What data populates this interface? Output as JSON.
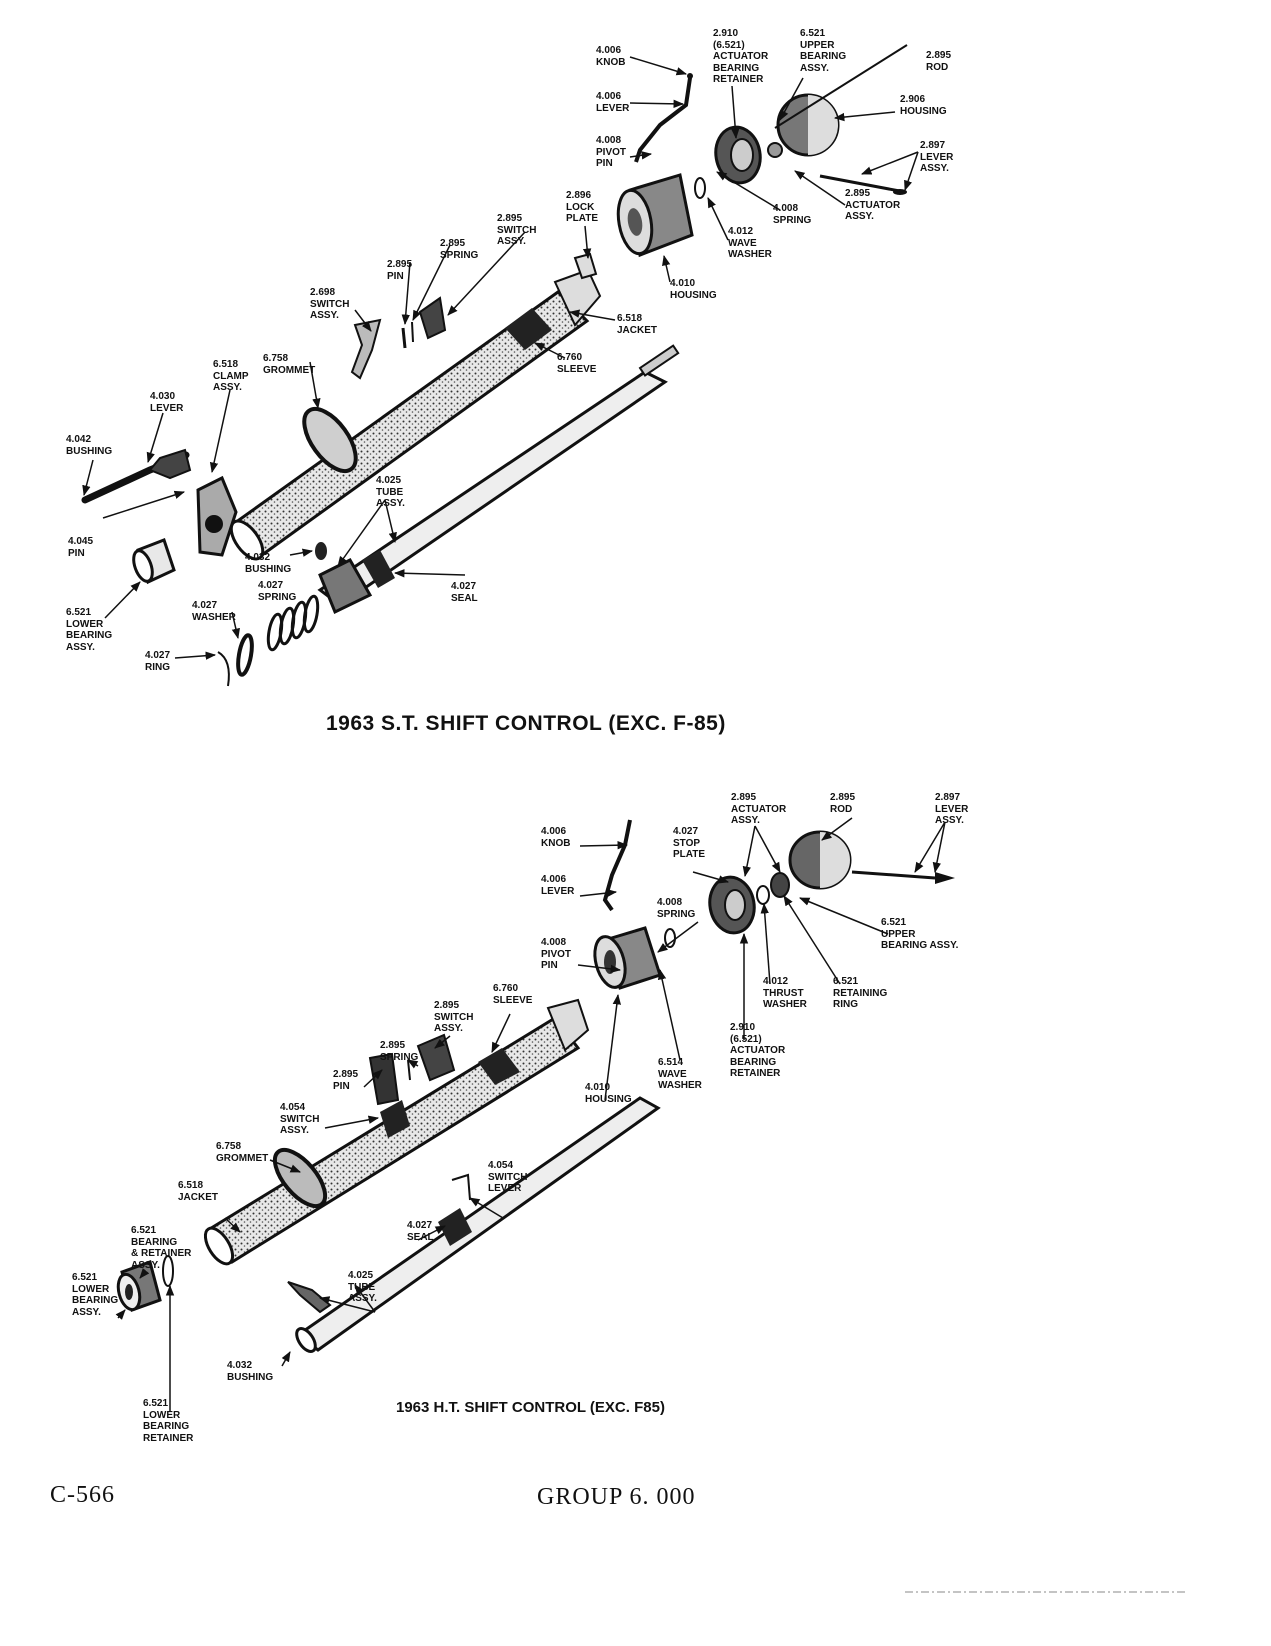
{
  "diagrams": [
    {
      "title": "1963 S.T. SHIFT CONTROL (EXC. F-85)",
      "labels": [
        {
          "id": "st-knob",
          "text": "4.006\nKNOB"
        },
        {
          "id": "st-lever-4006",
          "text": "4.006\nLEVER"
        },
        {
          "id": "st-pivot-pin",
          "text": "4.008\nPIVOT\nPIN"
        },
        {
          "id": "st-actuator-retainer",
          "text": "2.910\n(6.521)\nACTUATOR\nBEARING\nRETAINER"
        },
        {
          "id": "st-upper-bearing",
          "text": "6.521\nUPPER\nBEARING\nASSY."
        },
        {
          "id": "st-rod",
          "text": "2.895\nROD"
        },
        {
          "id": "st-housing-2906",
          "text": "2.906\nHOUSING"
        },
        {
          "id": "st-lever-assy",
          "text": "2.897\nLEVER\nASSY."
        },
        {
          "id": "st-actuator-assy",
          "text": "2.895\nACTUATOR\nASSY."
        },
        {
          "id": "st-spring-4008",
          "text": "4.008\nSPRING"
        },
        {
          "id": "st-wave-washer",
          "text": "4.012\nWAVE\nWASHER"
        },
        {
          "id": "st-housing-4010",
          "text": "4.010\nHOUSING"
        },
        {
          "id": "st-lock-plate",
          "text": "2.896\nLOCK\nPLATE"
        },
        {
          "id": "st-switch-2895",
          "text": "2.895\nSWITCH\nASSY."
        },
        {
          "id": "st-spring-2895",
          "text": "2.895\nSPRING"
        },
        {
          "id": "st-pin-2895",
          "text": "2.895\nPIN"
        },
        {
          "id": "st-switch-2698",
          "text": "2.698\nSWITCH\nASSY."
        },
        {
          "id": "st-jacket",
          "text": "6.518\nJACKET"
        },
        {
          "id": "st-sleeve",
          "text": "6.760\nSLEEVE"
        },
        {
          "id": "st-grommet",
          "text": "6.758\nGROMMET"
        },
        {
          "id": "st-clamp",
          "text": "6.518\nCLAMP\nASSY."
        },
        {
          "id": "st-lever-4030",
          "text": "4.030\nLEVER"
        },
        {
          "id": "st-bushing-4042",
          "text": "4.042\nBUSHING"
        },
        {
          "id": "st-pin-4045",
          "text": "4.045\nPIN"
        },
        {
          "id": "st-tube",
          "text": "4.025\nTUBE\nASSY."
        },
        {
          "id": "st-bushing-4032",
          "text": "4.032\nBUSHING"
        },
        {
          "id": "st-seal",
          "text": "4.027\nSEAL"
        },
        {
          "id": "st-spring-4027",
          "text": "4.027\nSPRING"
        },
        {
          "id": "st-washer",
          "text": "4.027\nWASHER"
        },
        {
          "id": "st-lower-bearing",
          "text": "6.521\nLOWER\nBEARING\nASSY."
        },
        {
          "id": "st-ring",
          "text": "4.027\nRING"
        }
      ]
    },
    {
      "title": "1963 H.T. SHIFT CONTROL (EXC. F85)",
      "labels": [
        {
          "id": "ht-actuator-assy",
          "text": "2.895\nACTUATOR\nASSY."
        },
        {
          "id": "ht-rod",
          "text": "2.895\nROD"
        },
        {
          "id": "ht-lever-assy",
          "text": "2.897\nLEVER\nASSY."
        },
        {
          "id": "ht-knob",
          "text": "4.006\nKNOB"
        },
        {
          "id": "ht-stop-plate",
          "text": "4.027\nSTOP\nPLATE"
        },
        {
          "id": "ht-lever-4006",
          "text": "4.006\nLEVER"
        },
        {
          "id": "ht-spring-4008",
          "text": "4.008\nSPRING"
        },
        {
          "id": "ht-upper-bearing",
          "text": "6.521\nUPPER\nBEARING ASSY."
        },
        {
          "id": "ht-pivot-pin",
          "text": "4.008\nPIVOT\nPIN"
        },
        {
          "id": "ht-thrust-washer",
          "text": "4.012\nTHRUST\nWASHER"
        },
        {
          "id": "ht-retaining-ring",
          "text": "6.521\nRETAINING\nRING"
        },
        {
          "id": "ht-actuator-retainer",
          "text": "2.910\n(6.521)\nACTUATOR\nBEARING\nRETAINER"
        },
        {
          "id": "ht-sleeve",
          "text": "6.760\nSLEEVE"
        },
        {
          "id": "ht-switch-2895",
          "text": "2.895\nSWITCH\nASSY."
        },
        {
          "id": "ht-spring-2895",
          "text": "2.895\nSPRING"
        },
        {
          "id": "ht-pin-2895",
          "text": "2.895\nPIN"
        },
        {
          "id": "ht-wave-washer",
          "text": "6.514\nWAVE\nWASHER"
        },
        {
          "id": "ht-housing",
          "text": "4.010\nHOUSING"
        },
        {
          "id": "ht-switch-4054",
          "text": "4.054\nSWITCH\nASSY."
        },
        {
          "id": "ht-grommet",
          "text": "6.758\nGROMMET"
        },
        {
          "id": "ht-jacket",
          "text": "6.518\nJACKET"
        },
        {
          "id": "ht-switch-lever",
          "text": "4.054\nSWITCH\nLEVER"
        },
        {
          "id": "ht-seal",
          "text": "4.027\nSEAL"
        },
        {
          "id": "ht-bearing-retainer",
          "text": "6.521\nBEARING\n& RETAINER\nASSY."
        },
        {
          "id": "ht-lower-bearing",
          "text": "6.521\nLOWER\nBEARING\nASSY."
        },
        {
          "id": "ht-tube",
          "text": "4.025\nTUBE\nASSY."
        },
        {
          "id": "ht-bushing-4032",
          "text": "4.032\nBUSHING"
        },
        {
          "id": "ht-lower-retainer",
          "text": "6.521\nLOWER\nBEARING\nRETAINER"
        }
      ]
    }
  ],
  "footer": {
    "page_code": "C-566",
    "group": "GROUP 6. 000"
  }
}
